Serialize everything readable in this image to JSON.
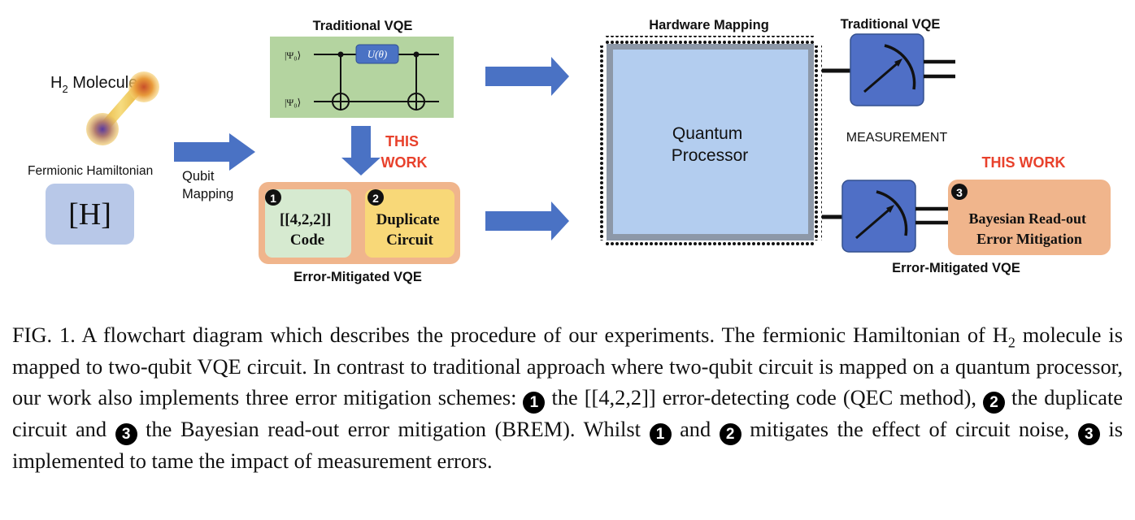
{
  "figure": {
    "molecule_label_main": "H",
    "molecule_label_sub": "2",
    "molecule_label_rest": " Molecule",
    "fermionic_label": "Fermionic Hamiltonian",
    "hamiltonian_symbol": "[H]",
    "qubit_mapping_line1": "Qubit",
    "qubit_mapping_line2": "Mapping",
    "traditional_vqe_title": "Traditional VQE",
    "psi_top": "|Ψ₀⟩",
    "psi_bottom": "|Ψ₀⟩",
    "gate_label": "U(θ)",
    "this_work_line1": "THIS",
    "this_work_line2": "WORK",
    "badge1": "1",
    "badge2": "2",
    "badge3": "3",
    "code_line1": "[[4,2,2]]",
    "code_line2": "Code",
    "duplicate_line1": "Duplicate",
    "duplicate_line2": "Circuit",
    "error_mitigated_vqe_label": "Error-Mitigated VQE",
    "hardware_mapping_label": "Hardware Mapping",
    "processor_line1": "Quantum",
    "processor_line2": "Processor",
    "traditional_vqe_right": "Traditional VQE",
    "measurement_label": "MEASUREMENT",
    "this_work_right": "THIS WORK",
    "brem_line1": "Bayesian Read-out",
    "brem_line2": "Error Mitigation",
    "error_mitigated_vqe_right": "Error-Mitigated VQE"
  },
  "caption": {
    "fig_label": "FIG. 1.",
    "s1": " A flowchart diagram which describes the procedure of our experiments. The fermionic Hamiltonian of H",
    "sub": "2",
    "s2": " molecule is mapped to two-qubit VQE circuit.  In contrast to traditional approach where two-qubit circuit is mapped on a quantum processor, our work also implements three error mitigation schemes: ",
    "n1": "1",
    "s3": " the [[4,2,2]] error-detecting code (QEC method), ",
    "n2": "2",
    "s4": " the duplicate circuit and ",
    "n3": "3",
    "s5": " the Bayesian read-out error mitigation (BREM). Whilst ",
    "n4": "1",
    "s6": " and ",
    "n5": "2",
    "s7": " mitigates the effect of circuit noise, ",
    "n6": "3",
    "s8": " is implemented to tame the impact of measurement errors."
  },
  "colors": {
    "arrow_blue": "#4a72c4",
    "circuit_green": "#b4d4a0",
    "box_orange": "#f0b58c",
    "code_green": "#d6ead0",
    "duplicate_yellow": "#f8d878",
    "processor_blue": "#b3cdef",
    "meter_blue": "#4f6fc6",
    "this_work_red": "#e8412c",
    "hamiltonian_bg": "#b8c8e8"
  }
}
